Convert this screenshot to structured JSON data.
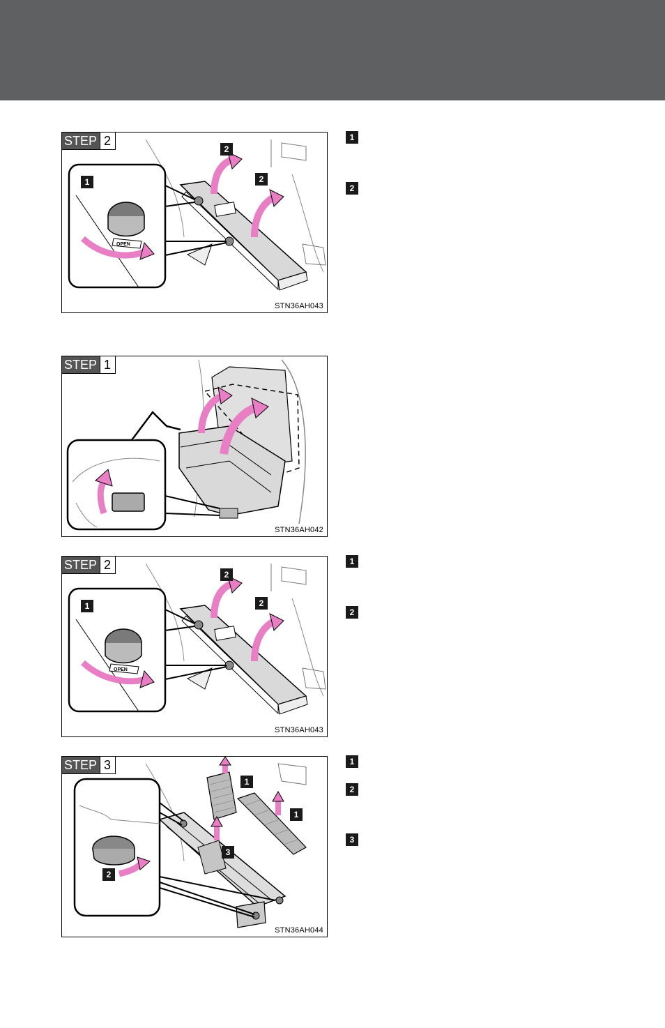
{
  "figures": [
    {
      "step_word": "STEP",
      "step_num": "2",
      "code": "STN36AH043",
      "badges": [
        "1",
        "2",
        "2"
      ],
      "side_badges": [
        "1",
        "2"
      ]
    },
    {
      "step_word": "STEP",
      "step_num": "1",
      "code": "STN36AH042",
      "badges": [],
      "side_badges": []
    },
    {
      "step_word": "STEP",
      "step_num": "2",
      "code": "STN36AH043",
      "badges": [
        "1",
        "2",
        "2"
      ],
      "side_badges": [
        "1",
        "2"
      ]
    },
    {
      "step_word": "STEP",
      "step_num": "3",
      "code": "STN36AH044",
      "badges": [
        "1",
        "1",
        "2",
        "3"
      ],
      "side_badges": [
        "1",
        "2",
        "3"
      ]
    }
  ],
  "knob_label": "OPEN",
  "colors": {
    "header": "#5f6062",
    "arrow": "#e87fc4",
    "panel": "#d9d9d9"
  }
}
